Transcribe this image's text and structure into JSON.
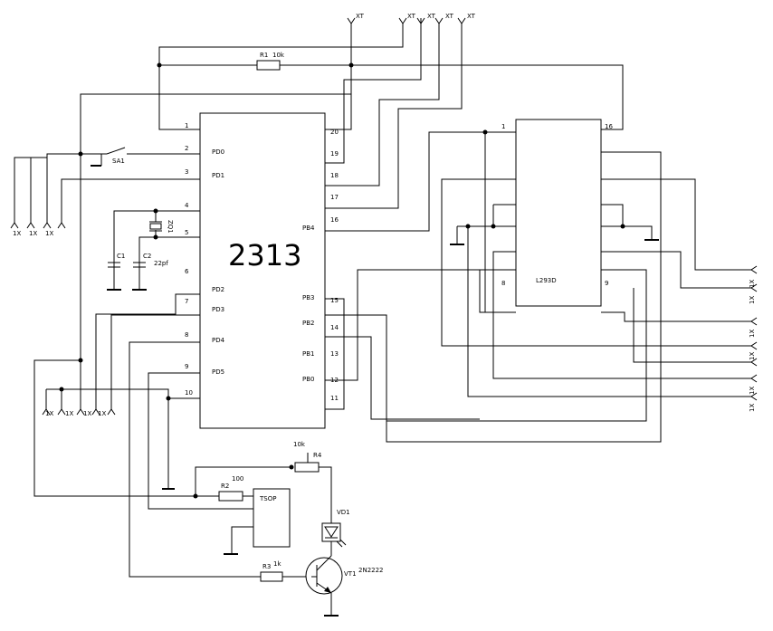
{
  "mcu": {
    "name": "2313",
    "pin_numbers_left": [
      "1",
      "2",
      "3",
      "4",
      "5",
      "6",
      "7",
      "8",
      "9",
      "10"
    ],
    "pin_numbers_right": [
      "20",
      "19",
      "18",
      "17",
      "16",
      "15",
      "14",
      "13",
      "12",
      "11"
    ],
    "pin_names_left": [
      "PD0",
      "PD1",
      "PD2",
      "PD3",
      "PD4",
      "PD5"
    ],
    "pin_names_right": [
      "PB4",
      "PB3",
      "PB2",
      "PB1",
      "PB0"
    ]
  },
  "driver": {
    "name": "L293D",
    "pins": [
      "1",
      "16",
      "8",
      "9"
    ]
  },
  "components": {
    "r1_label": "R1",
    "r1_value": "10k",
    "r2_label": "R2",
    "r2_value": "100",
    "r3_label": "R3",
    "r3_value": "1k",
    "r4_label": "R4",
    "r4_value": "10k",
    "c1_label": "C1",
    "c2_label": "C2",
    "c2_value": "22pf",
    "zq1_label": "ZQ1",
    "sa1_label": "SA1",
    "vd1_label": "VD1",
    "vt1_label": "VT1",
    "vt1_value": "2N2222",
    "tsop_label": "TSOP"
  },
  "connectors": {
    "top": [
      "XT",
      "XT",
      "XT",
      "XT",
      "XT"
    ],
    "left_upper": [
      "1X",
      "1X",
      "1X"
    ],
    "left_lower": [
      "1X",
      "1X",
      "1X",
      "1X"
    ],
    "right": [
      "1X",
      "1X",
      "1X",
      "1X",
      "1X",
      "1X"
    ]
  }
}
